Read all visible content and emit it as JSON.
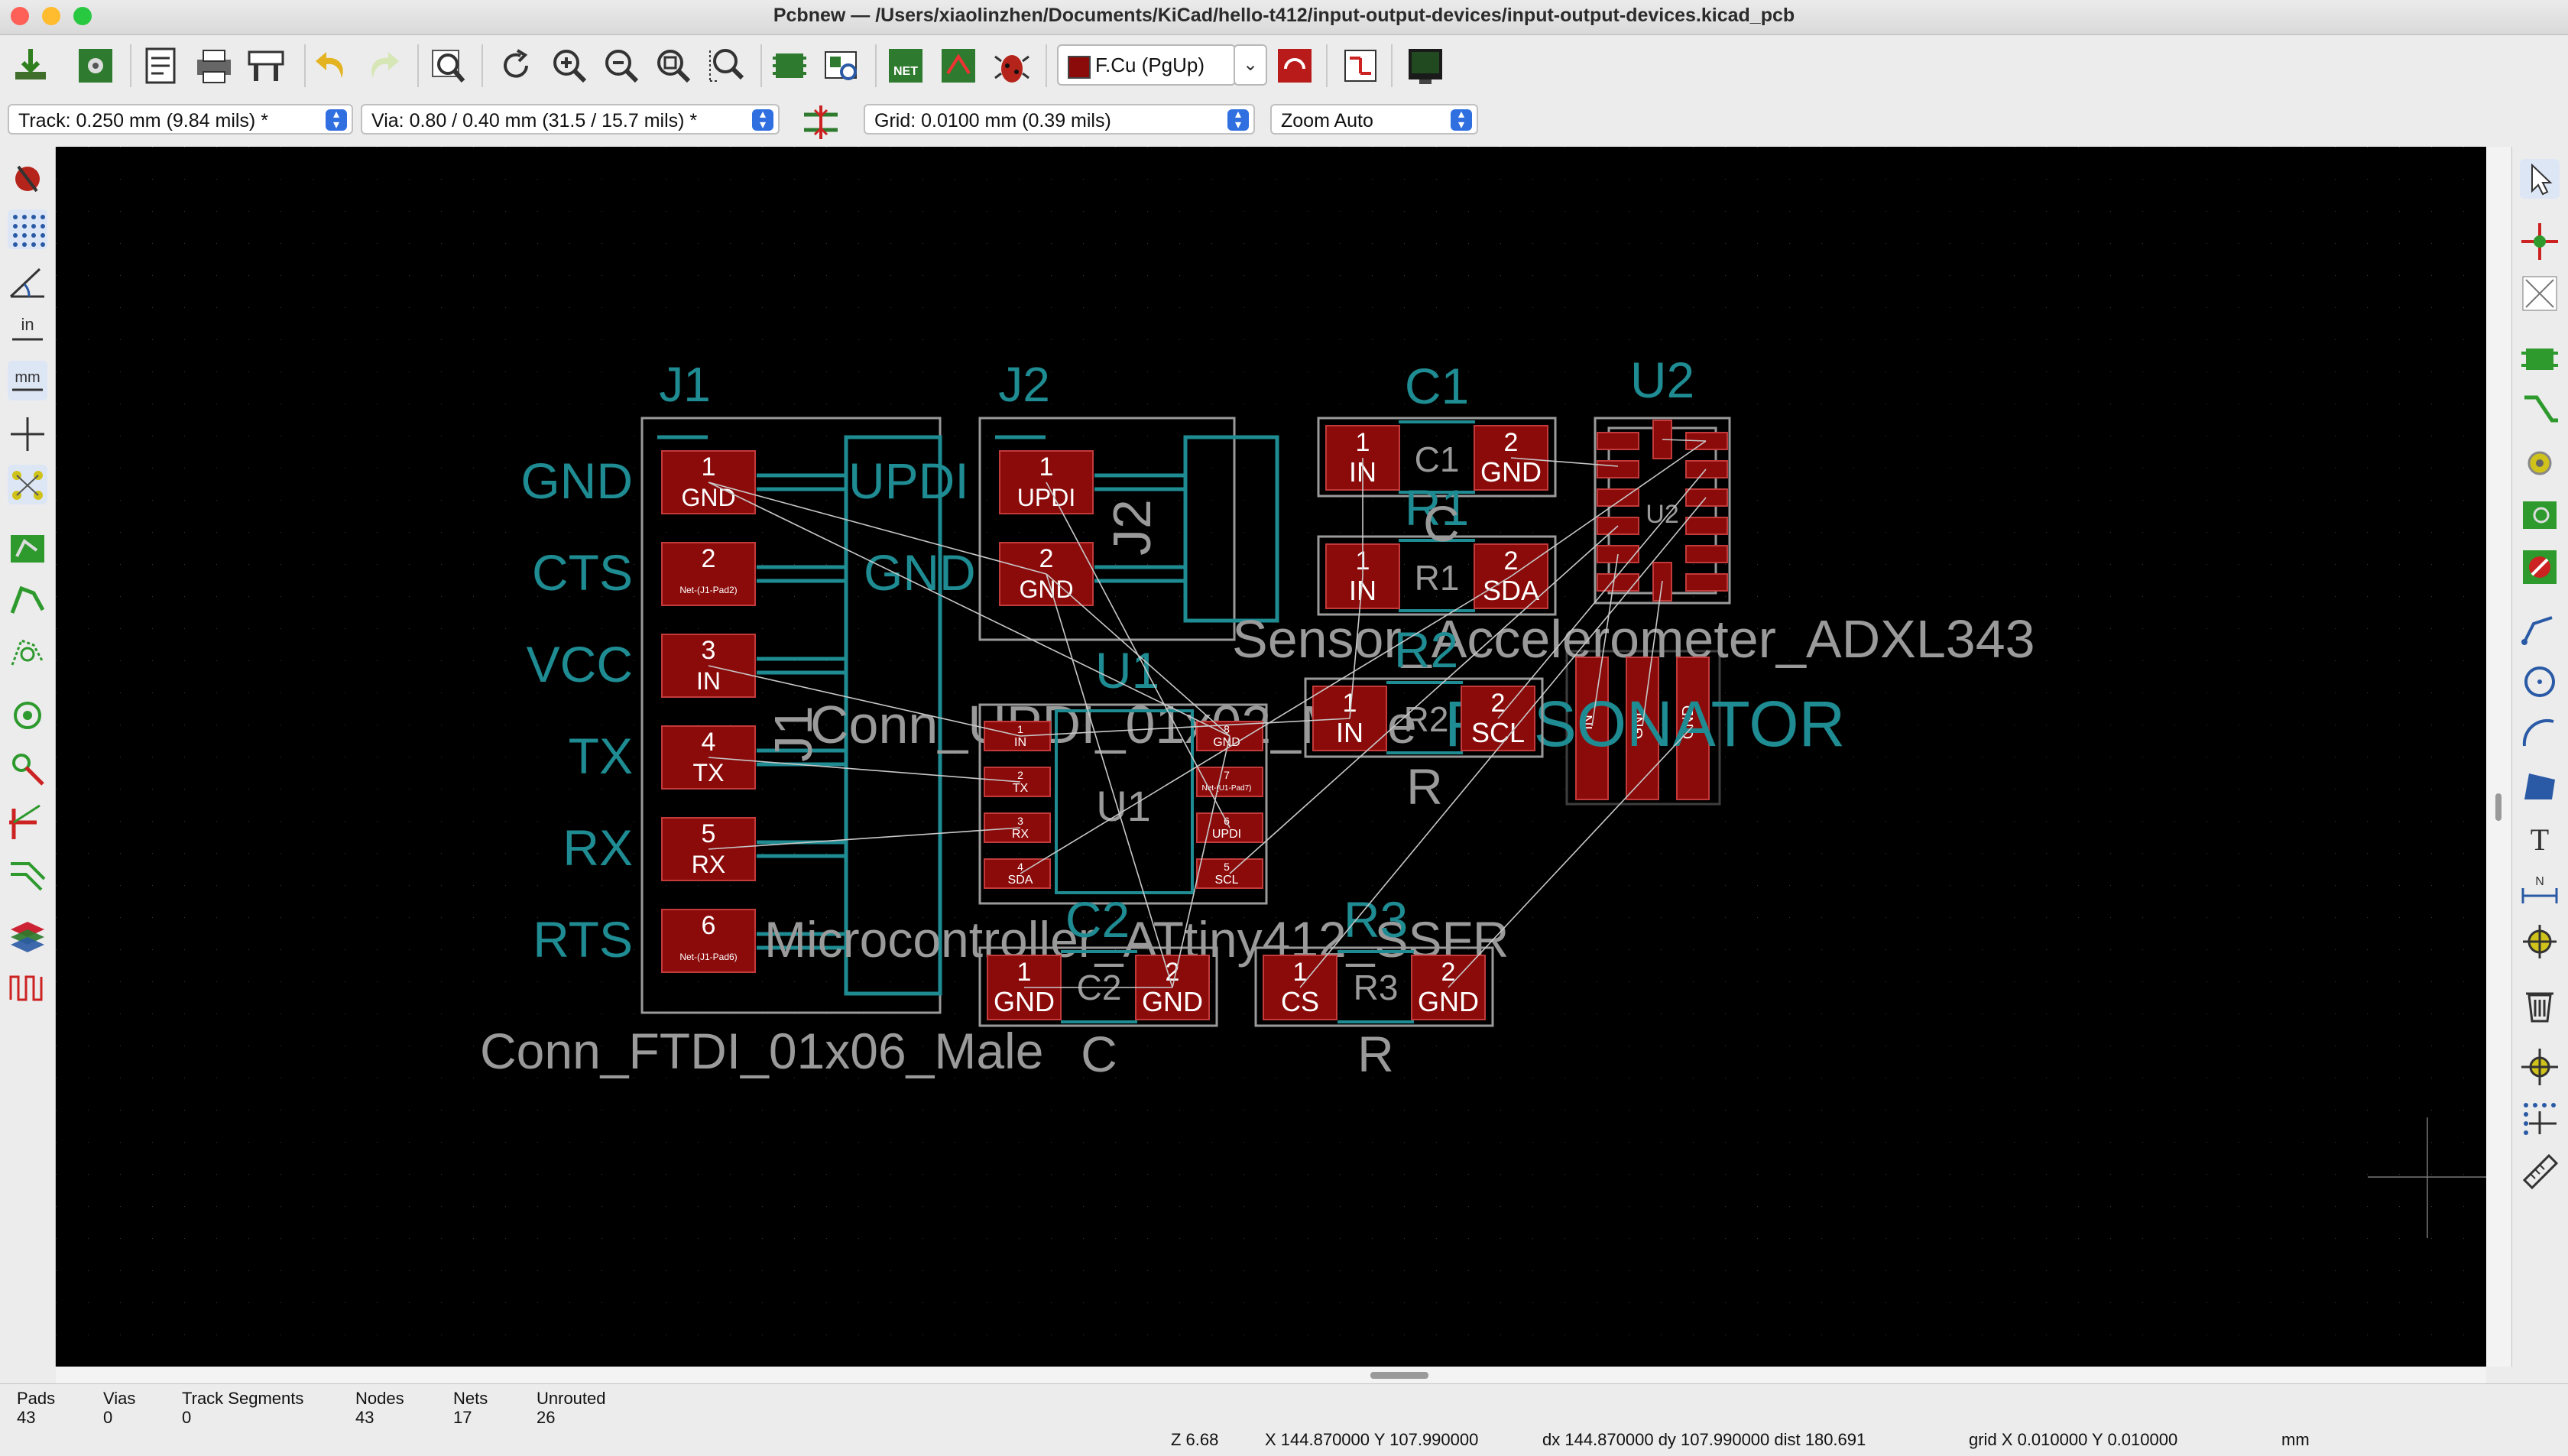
{
  "window": {
    "title": "Pcbnew — /Users/xiaolinzhen/Documents/KiCad/hello-t412/input-output-devices/input-output-devices.kicad_pcb",
    "traffic_lights": {
      "close": "#fe5f57",
      "minimize": "#febc2e",
      "zoom": "#28c840"
    }
  },
  "toolbar": {
    "icons": [
      "save-board-icon",
      "board-setup-icon",
      "page-settings-icon",
      "print-icon",
      "plot-icon",
      "undo-icon",
      "redo-icon",
      "find-icon",
      "redraw-icon",
      "zoom-in-icon",
      "zoom-out-icon",
      "zoom-fit-icon",
      "zoom-selection-icon",
      "footprint-editor-icon",
      "footprint-browser-icon",
      "netlist-icon",
      "update-pcb-icon",
      "drc-icon",
      "microwave-icon",
      "scripting-console-icon",
      "3d-viewer-icon"
    ],
    "active_layer": "F.Cu (PgUp)",
    "layer_color": "#8b0b0b"
  },
  "toolbar2": {
    "track": "Track: 0.250 mm (9.84 mils) *",
    "via": "Via: 0.80 / 0.40 mm (31.5 / 15.7 mils) *",
    "grid": "Grid: 0.0100 mm (0.39 mils)",
    "zoom": "Zoom Auto"
  },
  "board": {
    "colors": {
      "background": "#000000",
      "copper": "#8b0b0b",
      "silk": "#1e8c92",
      "fab": "#9a9a9a",
      "ratsnest": "#c8c8c8",
      "pad_text": "#ffffff"
    },
    "references": [
      "J1",
      "J2",
      "C1",
      "R1",
      "U2",
      "U1",
      "R2",
      "C2",
      "R3"
    ],
    "j1_pin_labels": [
      "GND",
      "CTS",
      "VCC",
      "TX",
      "RX",
      "RTS"
    ],
    "j1_pads": [
      {
        "num": "1",
        "net": "GND"
      },
      {
        "num": "2",
        "net": "Net-(J1-Pad2)"
      },
      {
        "num": "3",
        "net": "IN"
      },
      {
        "num": "4",
        "net": "TX"
      },
      {
        "num": "5",
        "net": "RX"
      },
      {
        "num": "6",
        "net": "Net-(J1-Pad6)"
      }
    ],
    "j1_silk_labels": [
      "UPDI",
      "GND"
    ],
    "j2_pads": [
      {
        "num": "1",
        "net": "UPDI"
      },
      {
        "num": "2",
        "net": "GND"
      }
    ],
    "c1_pads": [
      {
        "num": "1",
        "net": "IN"
      },
      {
        "num": "2",
        "net": "GND"
      }
    ],
    "r1_pads": [
      {
        "num": "1",
        "net": "IN"
      },
      {
        "num": "2",
        "net": "SDA"
      }
    ],
    "r2_pads": [
      {
        "num": "1",
        "net": "IN"
      },
      {
        "num": "2",
        "net": "SCL"
      }
    ],
    "c2_pads": [
      {
        "num": "1",
        "net": "GND"
      },
      {
        "num": "2",
        "net": "GND"
      }
    ],
    "r3_pads": [
      {
        "num": "1",
        "net": "CS"
      },
      {
        "num": "2",
        "net": "GND"
      }
    ],
    "u1_left_pads": [
      {
        "num": "1",
        "net": "IN"
      },
      {
        "num": "2",
        "net": "TX"
      },
      {
        "num": "3",
        "net": "RX"
      },
      {
        "num": "4",
        "net": "SDA"
      }
    ],
    "u1_right_pads": [
      {
        "num": "8",
        "net": "GND"
      },
      {
        "num": "7",
        "net": "Net-(U1-Pad7)"
      },
      {
        "num": "6",
        "net": "UPDI"
      },
      {
        "num": "5",
        "net": "SCL"
      }
    ],
    "osc_pads": [
      {
        "num": "1",
        "net": "IN"
      },
      {
        "num": "2",
        "net": "GND"
      },
      {
        "num": "3",
        "net": "GND"
      }
    ],
    "values": {
      "j1": "Conn_FTDI_01x06_Male",
      "j2": "Conn_UPDI_01x02_Male",
      "u2": "Sensor_Accelerometer_ADXL343",
      "u1": "Microcontroller_ATtiny412_SSFR",
      "osc": "RESONATOR",
      "c": "C",
      "r": "R"
    }
  },
  "status": {
    "pads_label": "Pads",
    "pads": "43",
    "vias_label": "Vias",
    "vias": "0",
    "tracks_label": "Track Segments",
    "tracks": "0",
    "nodes_label": "Nodes",
    "nodes": "43",
    "nets_label": "Nets",
    "nets": "17",
    "unrouted_label": "Unrouted",
    "unrouted": "26",
    "zoom": "Z 6.68",
    "xy": "X 144.870000  Y 107.990000",
    "delta": "dx 144.870000  dy 107.990000  dist 180.691",
    "grid": "grid X 0.010000  Y 0.010000",
    "units": "mm"
  }
}
